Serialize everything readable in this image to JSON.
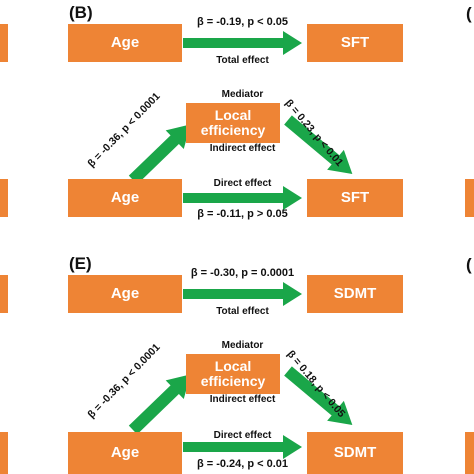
{
  "colors": {
    "box": "#ee8435",
    "arrow": "#1aa649",
    "text": "#111111"
  },
  "panels": [
    {
      "label": "(B)",
      "total": {
        "from": "Age",
        "to": "SFT",
        "stat": "β = -0.19, p < 0.05",
        "caption": "Total effect"
      },
      "mediation": {
        "mediator_caption": "Mediator",
        "mediator": "Local efficiency",
        "path_a": "β = -0.36, p < 0.0001",
        "path_b": "β = 0.23, p < 0.01",
        "indirect_caption": "Indirect effect",
        "from": "Age",
        "to": "SFT",
        "direct_caption": "Direct effect",
        "direct_stat": "β = -0.11, p > 0.05"
      }
    },
    {
      "label": "(E)",
      "total": {
        "from": "Age",
        "to": "SDMT",
        "stat": "β = -0.30, p = 0.0001",
        "caption": "Total effect"
      },
      "mediation": {
        "mediator_caption": "Mediator",
        "mediator": "Local efficiency",
        "path_a": "β = -0.36, p < 0.0001",
        "path_b": "β = 0.18, p < 0.05",
        "indirect_caption": "Indirect effect",
        "from": "Age",
        "to": "SDMT",
        "direct_caption": "Direct effect",
        "direct_stat": "β = -0.24, p < 0.01"
      }
    }
  ],
  "edge_labels": {
    "top_right": "(",
    "middle_right": "("
  }
}
